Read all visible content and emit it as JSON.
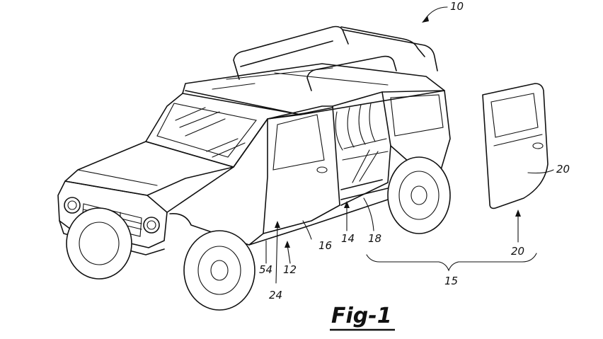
{
  "figure": {
    "caption": "Fig-1",
    "refs": {
      "r10": "10",
      "r20a": "20",
      "r20b": "20",
      "r16": "16",
      "r14": "14",
      "r18": "18",
      "r54": "54",
      "r12": "12",
      "r24": "24",
      "r15": "15"
    }
  }
}
